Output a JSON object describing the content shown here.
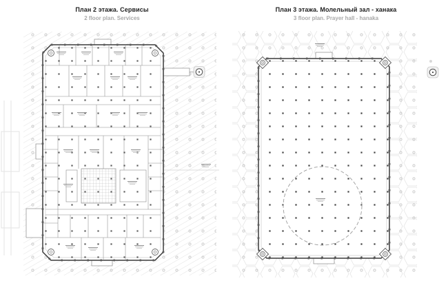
{
  "figures": [
    {
      "title": "План 2 этажа. Сервисы",
      "subtitle": "2 floor plan. Services"
    },
    {
      "title": "План 3 этажа. Молельный зал - ханака",
      "subtitle": "3 floor plan. Prayer hall - hanaka"
    }
  ],
  "icons": [
    {
      "name": "detail-callout-icon",
      "shape": "circle marker in rounded square"
    }
  ],
  "colors": {
    "background": "#ffffff",
    "title_text": "#1e1e1e",
    "subtitle_text": "#a9a9a9",
    "wall_line": "#3a3a3a",
    "partition_line": "#8a8a8a",
    "pattern_line": "#e2e2e2",
    "column_dot": "#3f3f3f",
    "dashed_circle": "#9a9a9a"
  }
}
